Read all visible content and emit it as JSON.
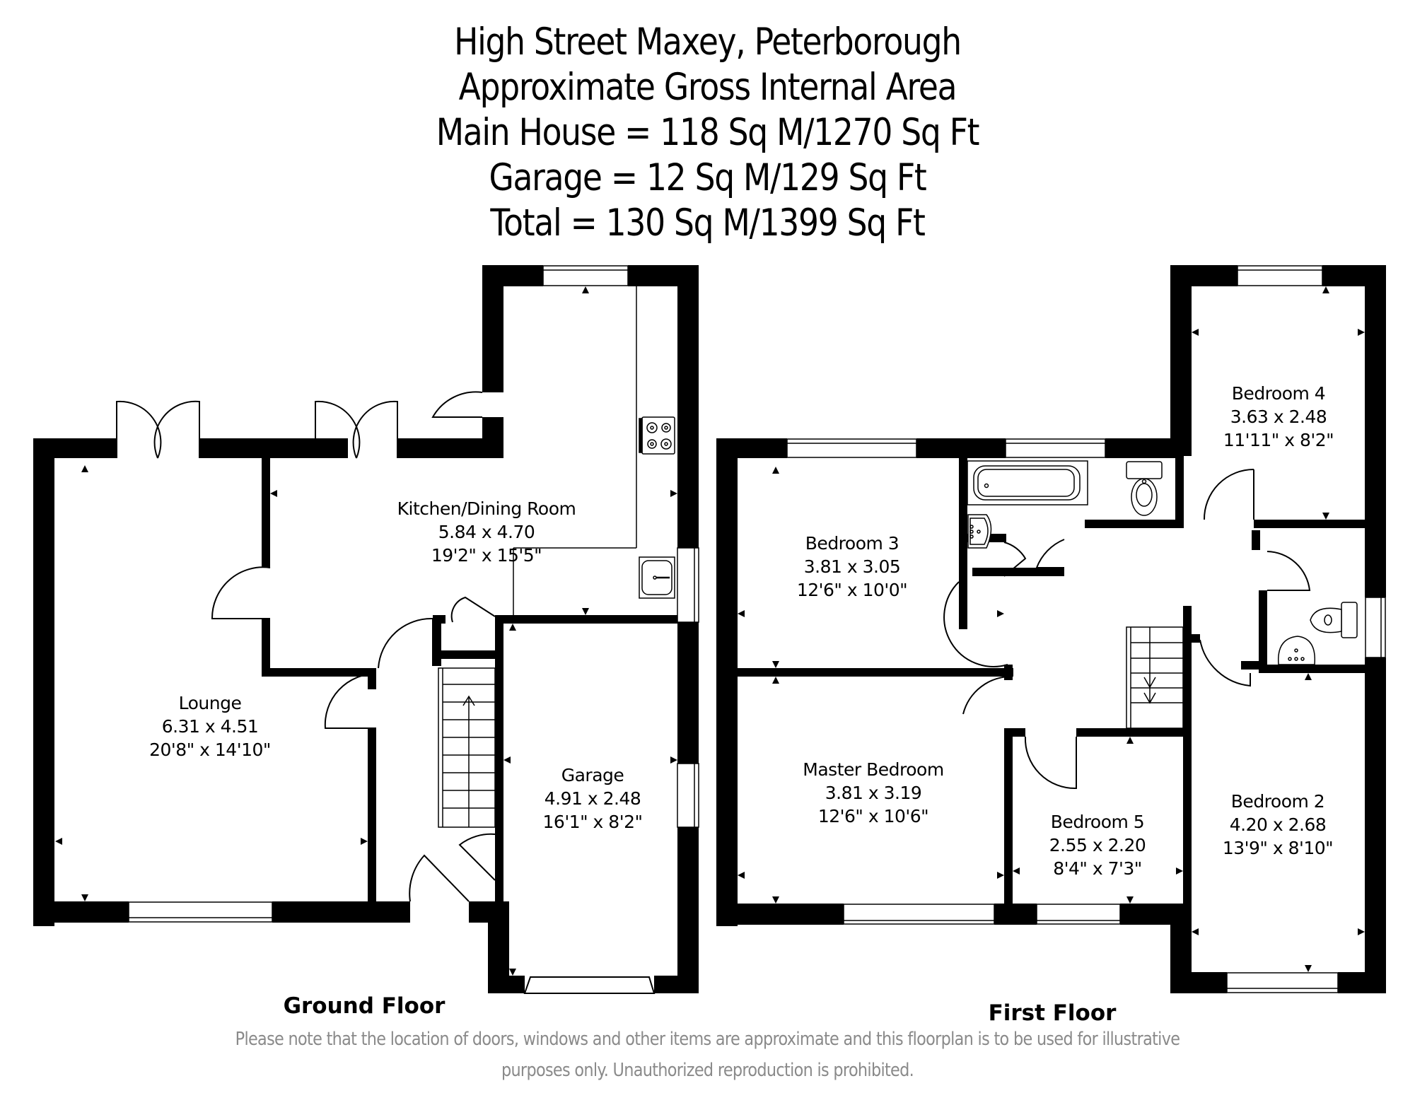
{
  "title": {
    "lines": [
      "High Street Maxey, Peterborough",
      "Approximate Gross Internal Area",
      "Main House = 118 Sq M/1270 Sq Ft",
      "Garage = 12 Sq M/129 Sq Ft",
      "Total = 130 Sq M/1399 Sq Ft"
    ]
  },
  "areas": {
    "main_house": {
      "sq_m": 118,
      "sq_ft": 1270
    },
    "garage": {
      "sq_m": 12,
      "sq_ft": 129
    },
    "total": {
      "sq_m": 130,
      "sq_ft": 1399
    }
  },
  "floors": [
    {
      "label": "Ground Floor",
      "rooms": [
        {
          "name": "Kitchen/Dining Room",
          "metric": "5.84 x 4.70",
          "imperial": "19'2\" x 15'5\""
        },
        {
          "name": "Lounge",
          "metric": "6.31 x 4.51",
          "imperial": "20'8\" x 14'10\""
        },
        {
          "name": "Garage",
          "metric": "4.91 x 2.48",
          "imperial": "16'1\" x 8'2\""
        }
      ]
    },
    {
      "label": "First Floor",
      "rooms": [
        {
          "name": "Bedroom 4",
          "metric": "3.63 x 2.48",
          "imperial": "11'11\" x 8'2\""
        },
        {
          "name": "Bedroom 3",
          "metric": "3.81 x 3.05",
          "imperial": "12'6\" x 10'0\""
        },
        {
          "name": "Master Bedroom",
          "metric": "3.81 x 3.19",
          "imperial": "12'6\" x 10'6\""
        },
        {
          "name": "Bedroom 5",
          "metric": "2.55 x 2.20",
          "imperial": "8'4\" x 7'3\""
        },
        {
          "name": "Bedroom 2",
          "metric": "4.20 x 2.68",
          "imperial": "13'9\" x 8'10\""
        }
      ]
    }
  ],
  "disclaimer": {
    "lines": [
      "Please note that the location of doors, windows and other items are approximate and this floorplan is to be used for illustrative",
      "purposes only. Unauthorized reproduction is prohibited."
    ]
  },
  "colors": {
    "wall": "#000000",
    "background": "#ffffff",
    "disclaimer_text": "#8a8a8a"
  }
}
